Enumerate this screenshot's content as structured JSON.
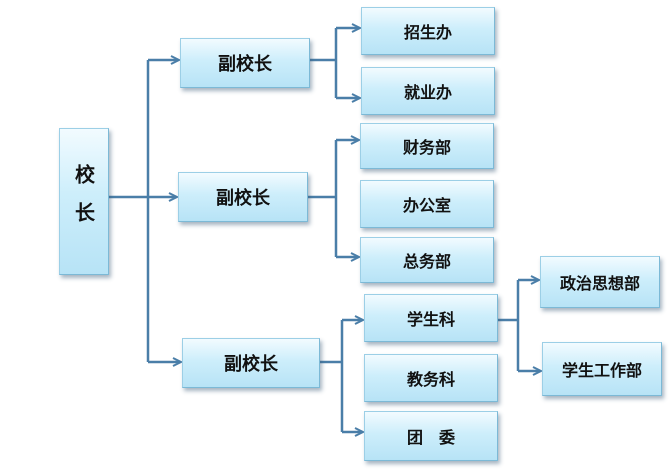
{
  "diagram": {
    "root": {
      "label": "校长"
    },
    "branches": [
      {
        "id": "vp1",
        "label": "副校长",
        "children": [
          {
            "id": "zsb",
            "label": "招生办"
          },
          {
            "id": "jyb",
            "label": "就业办"
          }
        ]
      },
      {
        "id": "vp2",
        "label": "副校长",
        "children": [
          {
            "id": "cwb",
            "label": "财务部"
          },
          {
            "id": "bgs",
            "label": "办公室"
          },
          {
            "id": "zwb",
            "label": "总务部"
          }
        ]
      },
      {
        "id": "vp3",
        "label": "副校长",
        "children": [
          {
            "id": "xsk",
            "label": "学生科",
            "children": [
              {
                "id": "zzsx",
                "label": "政治思想部"
              },
              {
                "id": "xsgz",
                "label": "学生工作部"
              }
            ]
          },
          {
            "id": "jwk",
            "label": "教务科"
          },
          {
            "id": "tw",
            "label": "团　委"
          }
        ]
      }
    ],
    "colors": {
      "connector": "#4a7ea8",
      "box_top": "#f2fbff",
      "box_bottom": "#b7e3f6",
      "text": "#111111"
    }
  }
}
